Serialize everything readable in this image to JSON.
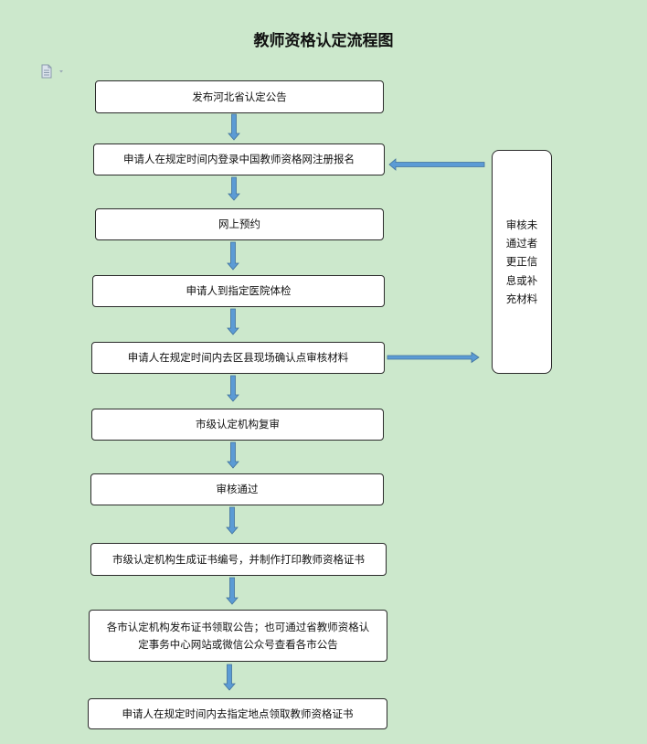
{
  "title": "教师资格认定流程图",
  "doc_icon": "document-icon",
  "colors": {
    "background": "#cce8cc",
    "arrow_fill": "#5b9bd5",
    "arrow_stroke": "#41719c",
    "box_border": "#2b2b2b"
  },
  "steps": [
    {
      "text": "发布河北省认定公告"
    },
    {
      "text": "申请人在规定时间内登录中国教师资格网注册报名"
    },
    {
      "text": "网上预约"
    },
    {
      "text": "申请人到指定医院体检"
    },
    {
      "text": "申请人在规定时间内去区县现场确认点审核材料"
    },
    {
      "text": "市级认定机构复审"
    },
    {
      "text": "审核通过"
    },
    {
      "text": "市级认定机构生成证书编号，并制作打印教师资格证书"
    },
    {
      "text": "各市认定机构发布证书领取公告；也可通过省教师资格认定事务中心网站或微信公众号查看各市公告"
    },
    {
      "text": "申请人在规定时间内去指定地点领取教师资格证书"
    }
  ],
  "side_note": {
    "text": "审核未通过者更正信息或补充材料"
  }
}
